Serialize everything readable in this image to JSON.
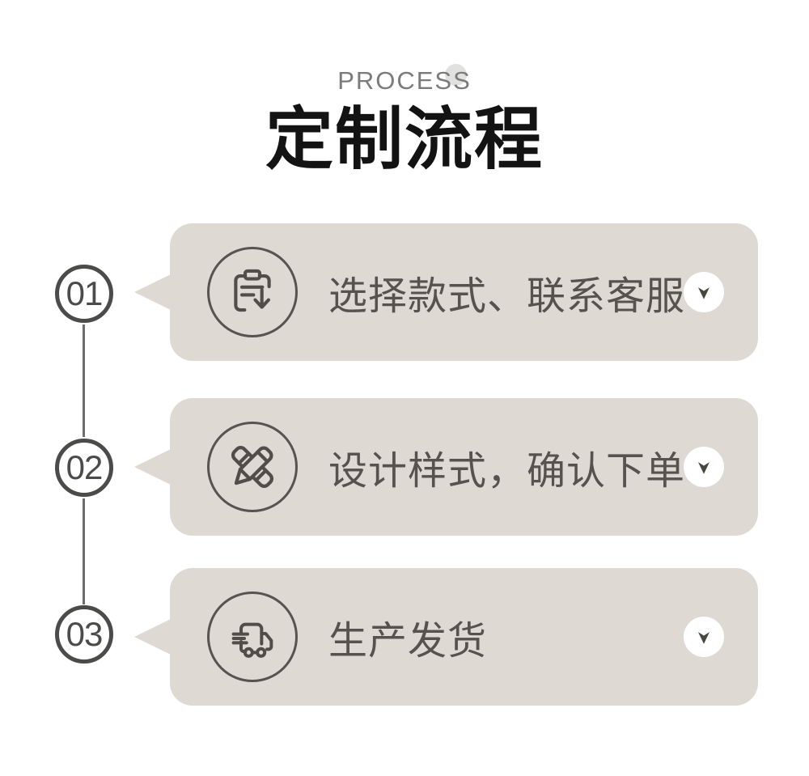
{
  "header": {
    "eyebrow": "PROCESS",
    "title": "定制流程"
  },
  "steps": [
    {
      "number": "01",
      "label": "选择款式、联系客服",
      "icon": "clipboard-order-icon"
    },
    {
      "number": "02",
      "label": "设计样式，确认下单",
      "icon": "crossed-pens-design-icon"
    },
    {
      "number": "03",
      "label": "生产发货",
      "icon": "delivery-truck-icon"
    }
  ],
  "expand_icon": "chevron-down-icon",
  "colors": {
    "background": "#ffffff",
    "card_bg": "#ded9d3",
    "label_text": "#56534e",
    "icon_stroke": "#514e49",
    "number_ring": "#4b4b49",
    "title_text": "#131313",
    "eyebrow_text": "#7b7b7b",
    "decor_dot": "#e1e1e0",
    "chevron": "#49463f",
    "connector_line": "#6f6d6a"
  }
}
